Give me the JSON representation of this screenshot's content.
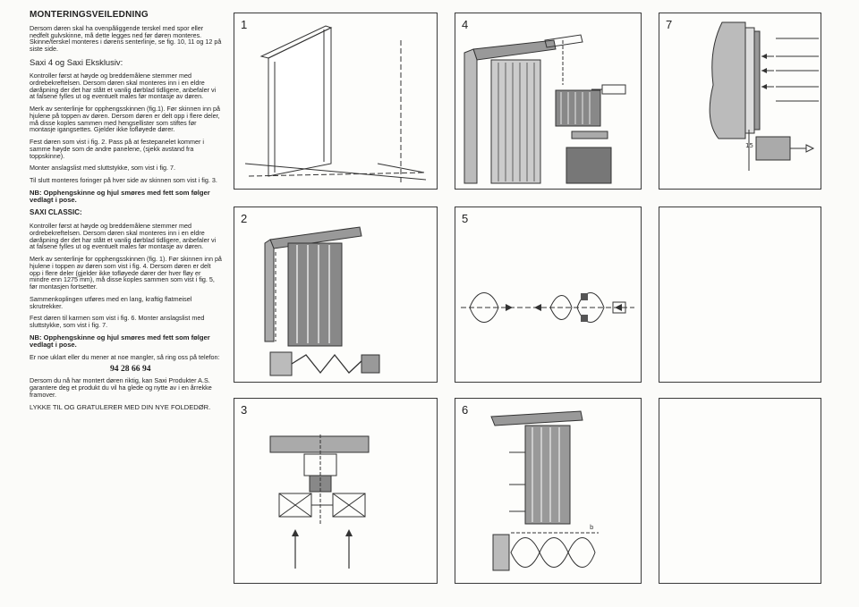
{
  "instructions": {
    "title": "MONTERINGSVEILEDNING",
    "intro": "Dersom døren skal ha ovenpåliggende terskel med spor eller nedfelt gulvskinne, må dette legges ned før døren monteres. Skinne/terskel monteres i dørens senterlinje, se fig. 10, 11 og 12 på siste side.",
    "saxi4_heading": "Saxi 4 og Saxi Eksklusiv:",
    "saxi4_p1": "Kontroller først at høyde og breddemålene stemmer med ordrebekreftelsen. Dersom døren skal monteres inn i en eldre døråpning der det har stått et vanlig dørblad tidligere, anbefaler vi at falsene fylles ut og eventuelt males før montasje av døren.",
    "saxi4_p2": "Merk av senterlinje for opphengsskinnen (fig.1). Før skinnen inn på hjulene på toppen av døren. Dersom døren er delt opp i flere deler, må disse koples sammen med hengsellister som stiftes før montasje igangsettes. Gjelder ikke tofløyede dører.",
    "saxi4_p3": "Fest døren som vist i fig. 2. Pass på at festepanelet kommer i samme høyde som de andre panelene, (sjekk avstand fra toppskinne).",
    "saxi4_p4": "Monter anslagslist med sluttstykke, som vist i fig. 7.",
    "saxi4_p5": "Til slutt monteres foringer på hver side av skinnen som vist i fig. 3.",
    "saxi4_nb": "NB: Opphengskinne og hjul smøres med fett som følger vedlagt i pose.",
    "classic_heading": "SAXI CLASSIC:",
    "classic_p1": "Kontroller først at høyde og breddemålene stemmer med ordrebekreftelsen. Dersom døren skal monteres inn i en eldre døråpning der det har stått et vanlig dørblad tidligere, anbefaler vi at falsene fylles ut og eventuelt males før montasje av døren.",
    "classic_p2": "Merk av senterlinje for opphengsskinnen (fig. 1). Før skinnen inn på hjulene i toppen av døren som vist i fig. 4. Dersom døren er delt opp i flere deler (gjelder ikke tofløyede dører der hver fløy er mindre enn 1275 mm), må disse koples sammen som vist i fig. 5, før montasjen fortsetter.",
    "classic_p3": "Sammenkoplingen utføres med en lang, kraftig flatmeisel skrutrekker.",
    "classic_p4": "Fest døren til karmen som vist i fig. 6. Monter anslagslist med sluttstykke, som vist i fig. 7.",
    "classic_nb": "NB: Opphengskinne og hjul smøres med fett som følger vedlagt i pose.",
    "contact": "Er noe uklart eller du mener at noe mangler, så ring oss på telefon:",
    "phone": "94 28 66 94",
    "closing": "Dersom du nå har montert døren riktig, kan Saxi Produkter A.S. garantere deg et produkt du vil ha glede og nytte av i en årrekke framover.",
    "final": "LYKKE TIL OG GRATULERER MED DIN NYE FOLDEDØR."
  },
  "figures": [
    "1",
    "2",
    "3",
    "4",
    "5",
    "6",
    "7",
    "",
    ""
  ],
  "figure_labels": {
    "fig6_b": "b",
    "fig7_dim": "15"
  }
}
